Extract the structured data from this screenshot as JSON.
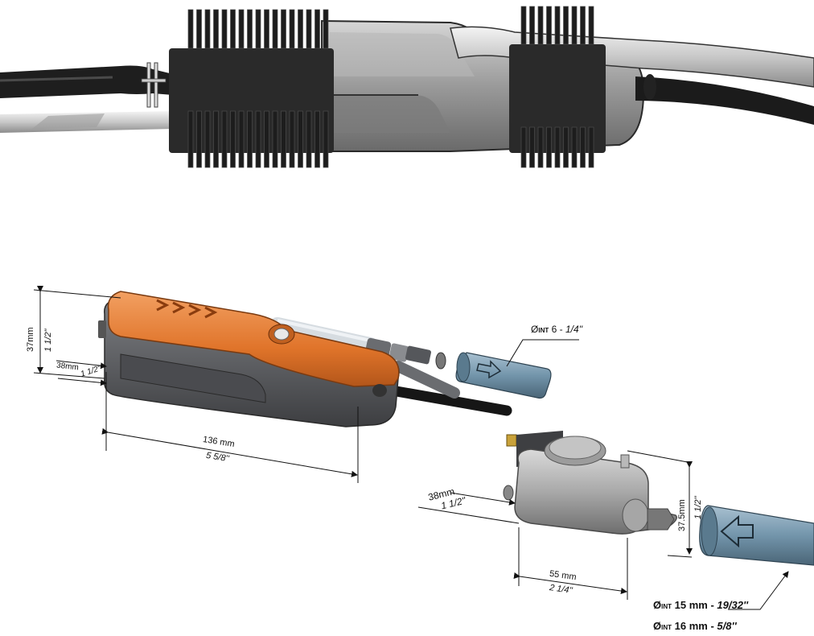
{
  "colors": {
    "heatsink_black": "#262626",
    "pump_orange": "#e87a2a",
    "pump_gray": "#5b5d61",
    "tube_blue": "#6e8fa5",
    "cable_black": "#1b1b1b"
  },
  "small_pump": {
    "height": {
      "metric": "37mm",
      "imperial": "1 1/2\""
    },
    "width": {
      "metric": "38mm",
      "imperial": "1 1/2\""
    },
    "length": {
      "metric": "136 mm",
      "imperial": "5 5/8''"
    },
    "tube": {
      "prefix": "Ø",
      "sub": "INT",
      "metric": "6",
      "imperial": "1/4''"
    }
  },
  "reservoir": {
    "height": {
      "metric": "37.5mm",
      "imperial": "1 1/2''"
    },
    "width": {
      "metric": "38mm",
      "imperial": "1 1/2''"
    },
    "length": {
      "metric": "55 mm",
      "imperial": "2 1/4''"
    },
    "tube_a": {
      "prefix": "Ø",
      "sub": "INT",
      "metric": "15 mm",
      "imperial": "19/32''"
    },
    "tube_b": {
      "prefix": "Ø",
      "sub": "INT",
      "metric": "16 mm",
      "imperial": "5/8''"
    }
  }
}
